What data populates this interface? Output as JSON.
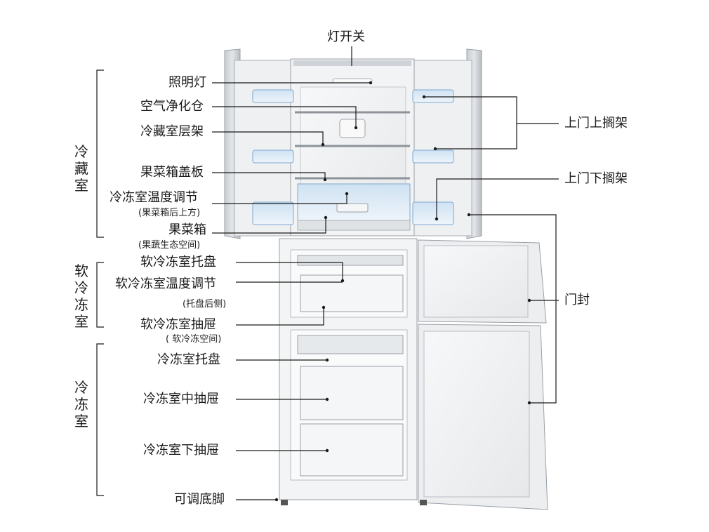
{
  "labels": {
    "light_switch": "灯开关",
    "lighting": "照明灯",
    "air_purifier": "空气净化仓",
    "fridge_shelf": "冷藏室层架",
    "crisper_cover": "果菜箱盖板",
    "fridge_temp": "冷冻室温度调节",
    "fridge_temp_note": "(果菜箱后上方)",
    "crisper": "果菜箱",
    "crisper_note": "(果蔬生态空间)",
    "soft_tray": "软冷冻室托盘",
    "soft_temp": "软冷冻室温度调节",
    "soft_temp_note": "(托盘后侧)",
    "soft_drawer": "软冷冻室抽屉",
    "soft_drawer_note": "( 软冷冻空间)",
    "freezer_tray": "冷冻室托盘",
    "freezer_mid": "冷冻室中抽屉",
    "freezer_low": "冷冻室下抽屉",
    "feet": "可调底脚",
    "upper_door_shelf": "上门上搁架",
    "lower_door_shelf": "上门下搁架",
    "door_seal": "门封"
  },
  "sections": {
    "fridge": "冷藏室",
    "soft_freeze": "软冷冻室",
    "freezer": "冷冻室"
  },
  "colors": {
    "line": "#1a1a1a",
    "cabinet_frame": "#b9bec3",
    "door_outer": "#c5cacf",
    "liner": "#f4f5f6",
    "bin_blue": "#8fb6dc"
  }
}
